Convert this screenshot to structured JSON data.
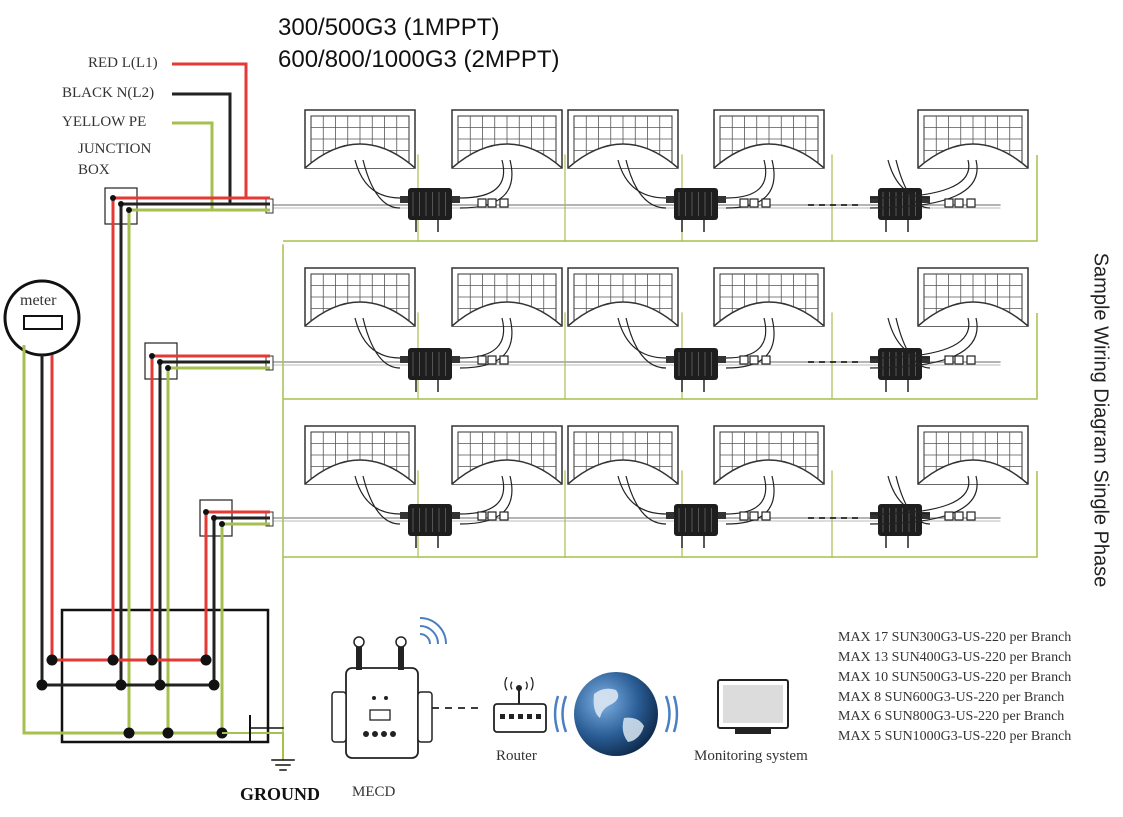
{
  "title": {
    "line1": "300/500G3 (1MPPT)",
    "line2": "600/800/1000G3 (2MPPT)"
  },
  "side_title": "Sample Wiring Diagram Single Phase",
  "wire_labels": {
    "red": "RED L(L1)",
    "black": "BLACK N(L2)",
    "yellow": "YELLOW   PE",
    "junction_line1": "JUNCTION",
    "junction_line2": "BOX"
  },
  "meter_label": "meter",
  "ground_label": "GROUND",
  "mecd_label": "MECD",
  "router_label": "Router",
  "monitoring_label": "Monitoring system",
  "max_lines": [
    "MAX 17 SUN300G3-US-220 per Branch",
    "MAX 13 SUN400G3-US-220 per Branch",
    "MAX 10 SUN500G3-US-220 per Branch",
    "MAX 8 SUN600G3-US-220 per Branch",
    "MAX 6 SUN800G3-US-220 per Branch",
    "MAX 5 SUN1000G3-US-220 per Branch"
  ],
  "colors": {
    "red_wire": "#e53935",
    "black_wire": "#222222",
    "yellow_wire": "#a6c04f",
    "panel": "#333333",
    "inverter": "#1e1e1e"
  }
}
